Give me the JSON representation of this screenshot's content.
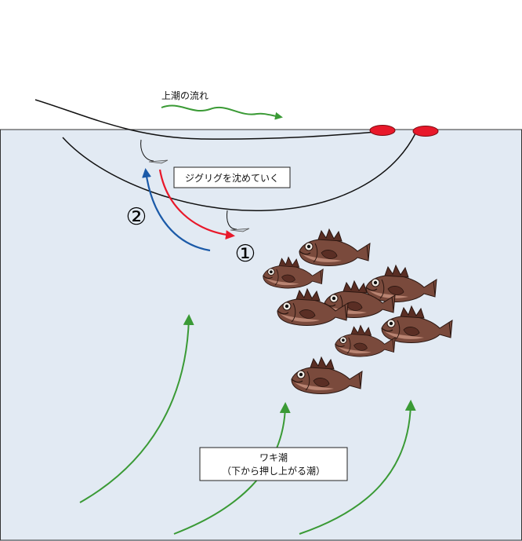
{
  "labels": {
    "upper_current": "上潮の流れ",
    "sink_jig": "ジグリグを沈めていく",
    "step1": "①",
    "step2": "②",
    "upwelling_line1": "ワキ潮",
    "upwelling_line2": "（下から押し上がる潮）"
  },
  "colors": {
    "sky": "#ffffff",
    "water": "#e2eaf3",
    "line": "#111111",
    "float": "#e8182a",
    "current_arrow": "#3a9a35",
    "sink_arrow": "#e8182a",
    "rise_arrow": "#1b5aa8",
    "fish_body": "#7a4a3c",
    "fish_fin": "#5a2e24"
  }
}
